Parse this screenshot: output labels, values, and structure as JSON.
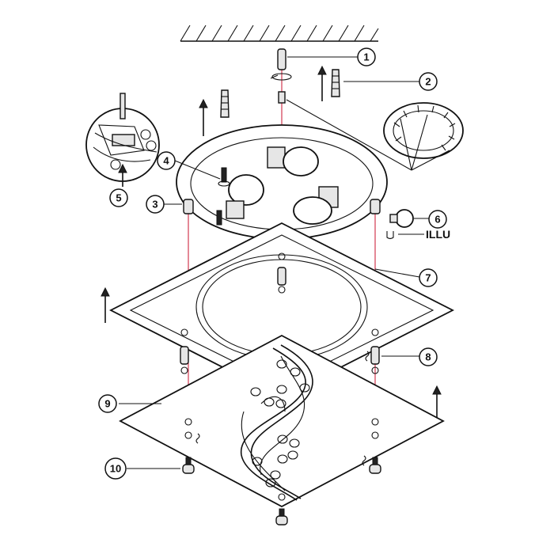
{
  "callouts": [
    {
      "label": "1"
    },
    {
      "label": "2"
    },
    {
      "label": "3"
    },
    {
      "label": "4"
    },
    {
      "label": "5"
    },
    {
      "label": "6"
    },
    {
      "label": "7"
    },
    {
      "label": "8"
    },
    {
      "label": "9"
    },
    {
      "label": "10"
    }
  ],
  "bulb_type_label": "ILLU"
}
